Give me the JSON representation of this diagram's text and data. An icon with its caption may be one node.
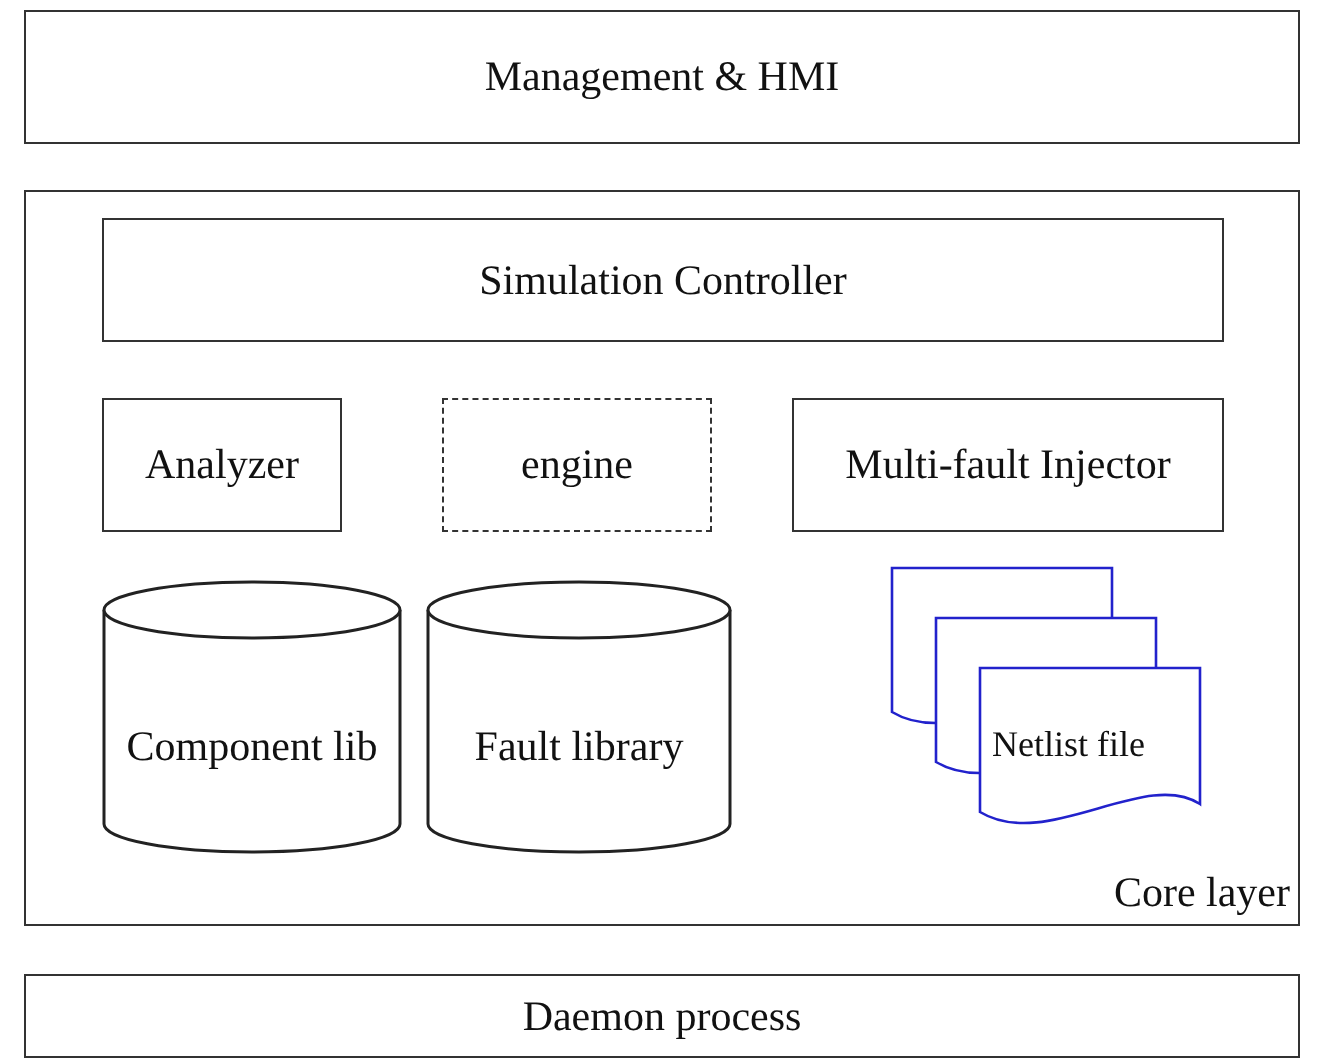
{
  "diagram": {
    "nodes": [
      {
        "text": [
          "Management & HMI"
        ]
      },
      {
        "text": [
          "Core layer"
        ]
      },
      {
        "text": [
          "Simulation Controller"
        ],
        "in": 1
      },
      {
        "text": [
          "Analyzer"
        ],
        "in": 1
      },
      {
        "text": [
          "engine"
        ],
        "in": 1
      },
      {
        "text": [
          "Multi-fault Injector"
        ],
        "in": 1
      },
      {
        "text": [
          "Component lib"
        ],
        "in": 1
      },
      {
        "text": [
          "Fault library"
        ],
        "in": 1
      },
      {
        "text": [
          "Netlist file"
        ],
        "in": 1
      },
      {
        "text": [
          "Daemon process"
        ]
      }
    ]
  }
}
